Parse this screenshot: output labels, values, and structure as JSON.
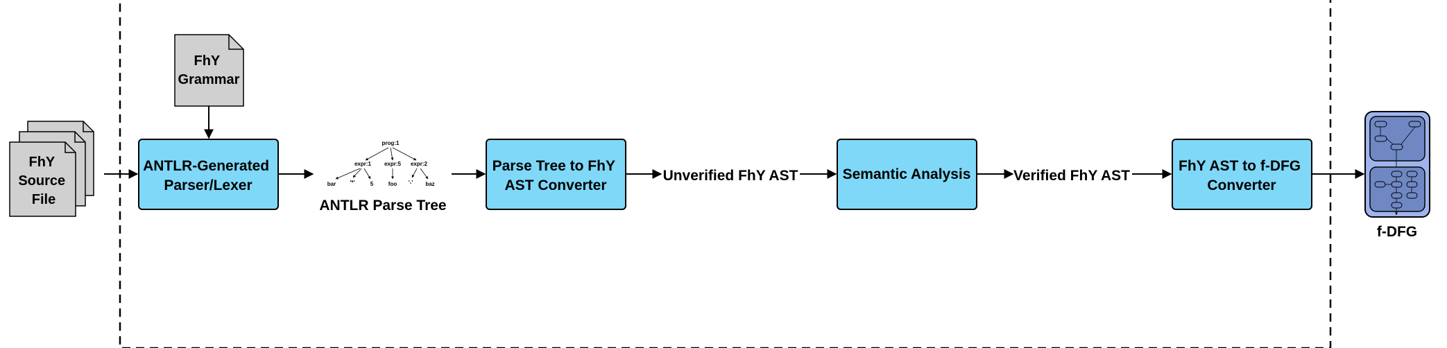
{
  "source_file": {
    "lines": [
      "FhY",
      "Source",
      "File"
    ]
  },
  "grammar": {
    "lines": [
      "FhY",
      "Grammar"
    ]
  },
  "boxes": {
    "parser": {
      "lines": [
        "ANTLR-Generated",
        "Parser/Lexer"
      ]
    },
    "converter1": {
      "lines": [
        "Parse Tree to FhY",
        "AST Converter"
      ]
    },
    "semantic": {
      "lines": [
        "Semantic Analysis"
      ]
    },
    "converter2": {
      "lines": [
        "FhY AST to f-DFG",
        "Converter"
      ]
    }
  },
  "parse_tree": {
    "caption": "ANTLR Parse Tree",
    "root": "prog:1",
    "children": [
      "expr:1",
      "expr:5",
      "expr:2"
    ],
    "leaves": [
      "bar",
      "'*'",
      "5",
      "foo",
      "'-'",
      "baz"
    ]
  },
  "labels": {
    "unverified": "Unverified FhY AST",
    "verified": "Verified FhY AST",
    "fdfg": "f-DFG"
  },
  "colors": {
    "box_fill": "#7fd8f8",
    "doc_fill": "#d0d0d0",
    "fdfg_outer": "#9fb4ec",
    "fdfg_inner": "#6f88c4"
  }
}
